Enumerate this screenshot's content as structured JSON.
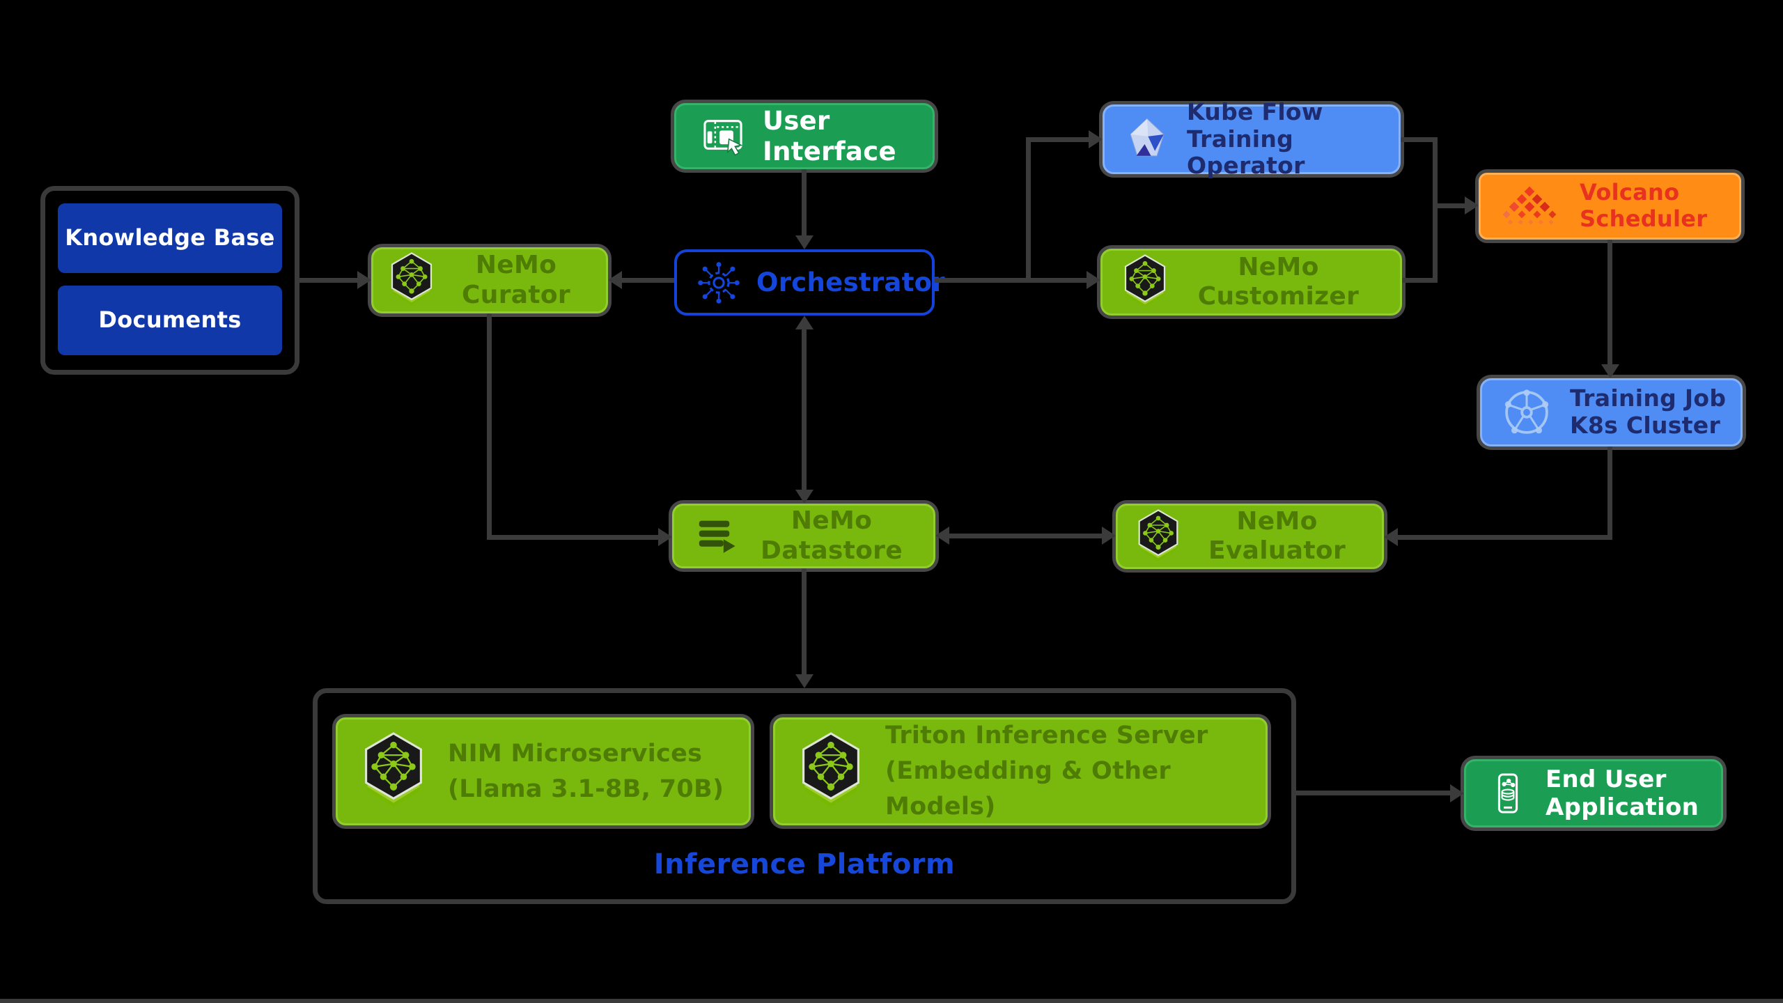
{
  "diagram": {
    "nodes": {
      "knowledge_base": {
        "label": "Knowledge Base"
      },
      "documents": {
        "label": "Documents"
      },
      "nemo_curator": {
        "label": "NeMo Curator",
        "icon": "nemo-icon"
      },
      "user_interface": {
        "label": "User Interface",
        "icon": "ui-window-cursor-icon"
      },
      "orchestrator": {
        "label": "Orchestrator",
        "icon": "orchestrator-gear-icon"
      },
      "kubeflow_training_operator": {
        "label": "Kube Flow\nTraining Operator",
        "icon": "kubeflow-logo-icon"
      },
      "volcano_scheduler": {
        "label": "Volcano\nScheduler",
        "icon": "volcano-logo-icon"
      },
      "nemo_customizer": {
        "label": "NeMo Customizer",
        "icon": "nemo-icon"
      },
      "training_job_k8s_cluster": {
        "label": "Training Job\nK8s Cluster",
        "icon": "k8s-cluster-icon"
      },
      "nemo_datastore": {
        "label": "NeMo Datastore",
        "icon": "database-stack-icon"
      },
      "nemo_evaluator": {
        "label": "NeMo Evaluator",
        "icon": "nemo-icon"
      },
      "nim_microservices": {
        "label": "NIM Microservices\n(Llama 3.1-8B, 70B)",
        "icon": "nemo-icon"
      },
      "triton_inference_server": {
        "label": "Triton Inference Server\n(Embedding & Other Models)",
        "icon": "nemo-icon"
      },
      "end_user_application": {
        "label": "End User\nApplication",
        "icon": "mobile-app-icon"
      }
    },
    "groups": {
      "knowledge_group": {
        "items": [
          "knowledge_base",
          "documents"
        ]
      },
      "inference_platform": {
        "label": "Inference Platform",
        "items": [
          "nim_microservices",
          "triton_inference_server"
        ]
      }
    },
    "edges": [
      {
        "from": "knowledge_group",
        "to": "nemo_curator",
        "direction": "one-way"
      },
      {
        "from": "orchestrator",
        "to": "nemo_curator",
        "direction": "one-way"
      },
      {
        "from": "user_interface",
        "to": "orchestrator",
        "direction": "one-way"
      },
      {
        "from": "orchestrator",
        "to": "nemo_datastore",
        "direction": "two-way"
      },
      {
        "from": "orchestrator",
        "to": "kubeflow_training_operator",
        "direction": "one-way"
      },
      {
        "from": "orchestrator",
        "to": "nemo_customizer",
        "direction": "one-way"
      },
      {
        "from": "kubeflow_training_operator",
        "to": "volcano_scheduler",
        "direction": "one-way"
      },
      {
        "from": "nemo_customizer",
        "to": "volcano_scheduler",
        "direction": "one-way"
      },
      {
        "from": "volcano_scheduler",
        "to": "training_job_k8s_cluster",
        "direction": "one-way"
      },
      {
        "from": "training_job_k8s_cluster",
        "to": "nemo_evaluator",
        "direction": "one-way"
      },
      {
        "from": "nemo_evaluator",
        "to": "nemo_datastore",
        "direction": "two-way"
      },
      {
        "from": "nemo_curator",
        "to": "nemo_datastore",
        "direction": "one-way"
      },
      {
        "from": "nemo_datastore",
        "to": "inference_platform",
        "direction": "one-way"
      },
      {
        "from": "inference_platform",
        "to": "end_user_application",
        "direction": "one-way"
      }
    ],
    "colors": {
      "background": "#000000",
      "nvidia_green": "#79b90d",
      "green_node_text": "#4f7c04",
      "action_green": "#1b9e53",
      "blue_node": "#4f8df5",
      "blue_node_text": "#1e2b6e",
      "orange_node": "#ff8d15",
      "volcano_red": "#e8321f",
      "navy_box": "#1038a8",
      "orchestrator_blue": "#1546dc",
      "platform_label_blue": "#1747d8",
      "connector_gray": "#3b3b3b"
    }
  }
}
